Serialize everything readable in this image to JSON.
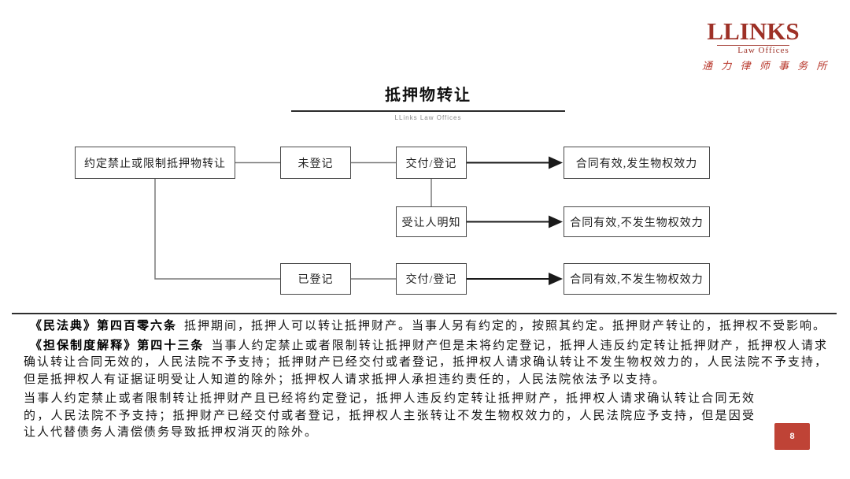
{
  "logo": {
    "name": "LLINKS",
    "subtitle": "Law Offices",
    "chinese": "通 力 律 师 事 务 所"
  },
  "header": {
    "title": "抵押物转让",
    "watermark": "LLinks Law Offices"
  },
  "flowchart": {
    "nodes": {
      "root": "约定禁止或限制抵押物转让",
      "not_registered": "未登记",
      "delivery_top": "交付/登记",
      "outcome_valid_with_effect": "合同有效,发生物权效力",
      "transferee_aware": "受让人明知",
      "outcome_valid_no_effect_1": "合同有效,不发生物权效力",
      "registered": "已登记",
      "delivery_bottom": "交付/登记",
      "outcome_valid_no_effect_2": "合同有效,不发生物权效力"
    }
  },
  "legal_text": {
    "para1_title": "《民法典》第四百零六条",
    "para1_body": "抵押期间，抵押人可以转让抵押财产。当事人另有约定的，按照其约定。抵押财产转让的，抵押权不受影响。",
    "para2_title": "《担保制度解释》第四十三条",
    "para2_body": "当事人约定禁止或者限制转让抵押财产但是未将约定登记，抵押人违反约定转让抵押财产，抵押权人请求确认转让合同无效的，人民法院不予支持；抵押财产已经交付或者登记，抵押权人请求确认转让不发生物权效力的，人民法院不予支持，但是抵押权人有证据证明受让人知道的除外；抵押权人请求抵押人承担违约责任的，人民法院依法予以支持。",
    "para3_body": "当事人约定禁止或者限制转让抵押财产且已经将约定登记，抵押人违反约定转让抵押财产，抵押权人请求确认转让合同无效的，人民法院不予支持；抵押财产已经交付或者登记，抵押权人主张转让不发生物权效力的，人民法院应予支持，但是因受让人代替债务人清偿债务导致抵押权消灭的除外。"
  },
  "footer": {
    "page_number": "8"
  }
}
